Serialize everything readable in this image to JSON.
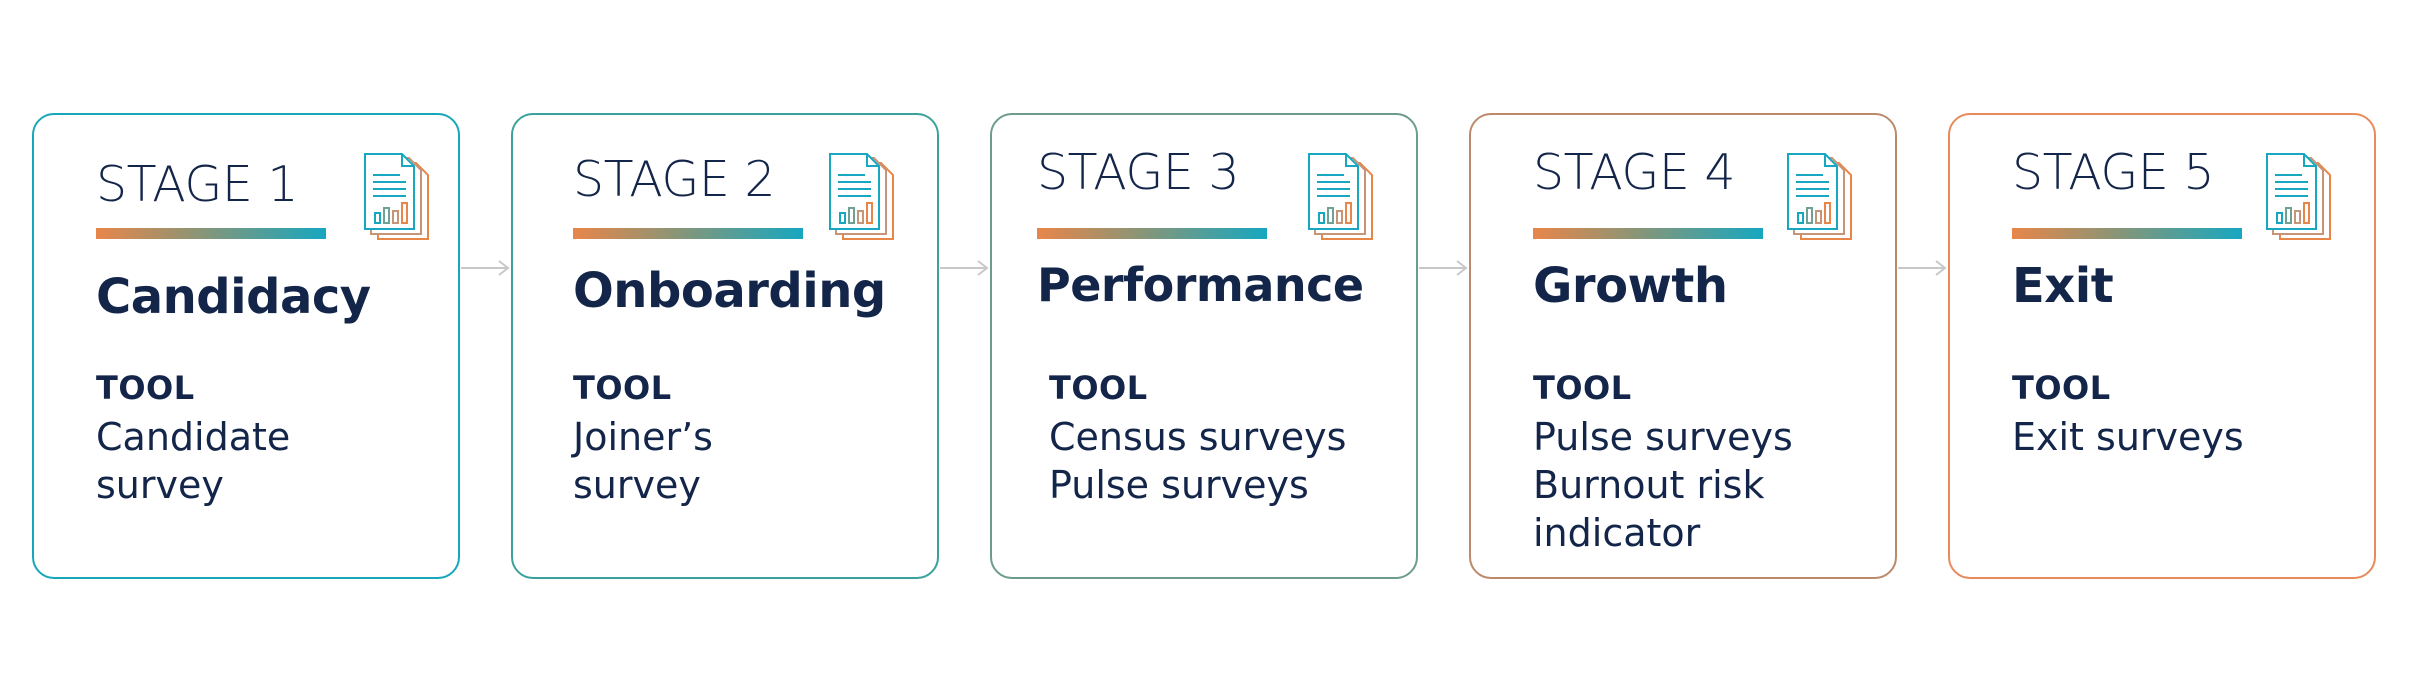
{
  "tool_heading": "TOOL",
  "colors": {
    "text": "#14254a",
    "accent_orange": "#e8864a",
    "accent_teal": "#17a7c0",
    "arrow": "#c8c8c8"
  },
  "stages": [
    {
      "label": "STAGE 1",
      "title": "Candidacy",
      "tools": [
        "Candidate",
        "survey"
      ],
      "border_color": "#18a7b9",
      "icon": "document-chart-icon"
    },
    {
      "label": "STAGE 2",
      "title": "Onboarding",
      "tools": [
        "Joiner’s",
        "survey"
      ],
      "border_color": "#3aa29c",
      "icon": "document-chart-icon"
    },
    {
      "label": "STAGE 3",
      "title": "Performance",
      "tools": [
        "Census surveys",
        "Pulse surveys"
      ],
      "border_color": "#6e9c8a",
      "icon": "document-chart-icon"
    },
    {
      "label": "STAGE 4",
      "title": "Growth",
      "tools": [
        "Pulse surveys",
        "Burnout risk",
        "indicator"
      ],
      "border_color": "#bb8a6a",
      "icon": "document-chart-icon"
    },
    {
      "label": "STAGE 5",
      "title": "Exit",
      "tools": [
        "Exit surveys"
      ],
      "border_color": "#e88a5c",
      "icon": "document-chart-icon"
    }
  ]
}
